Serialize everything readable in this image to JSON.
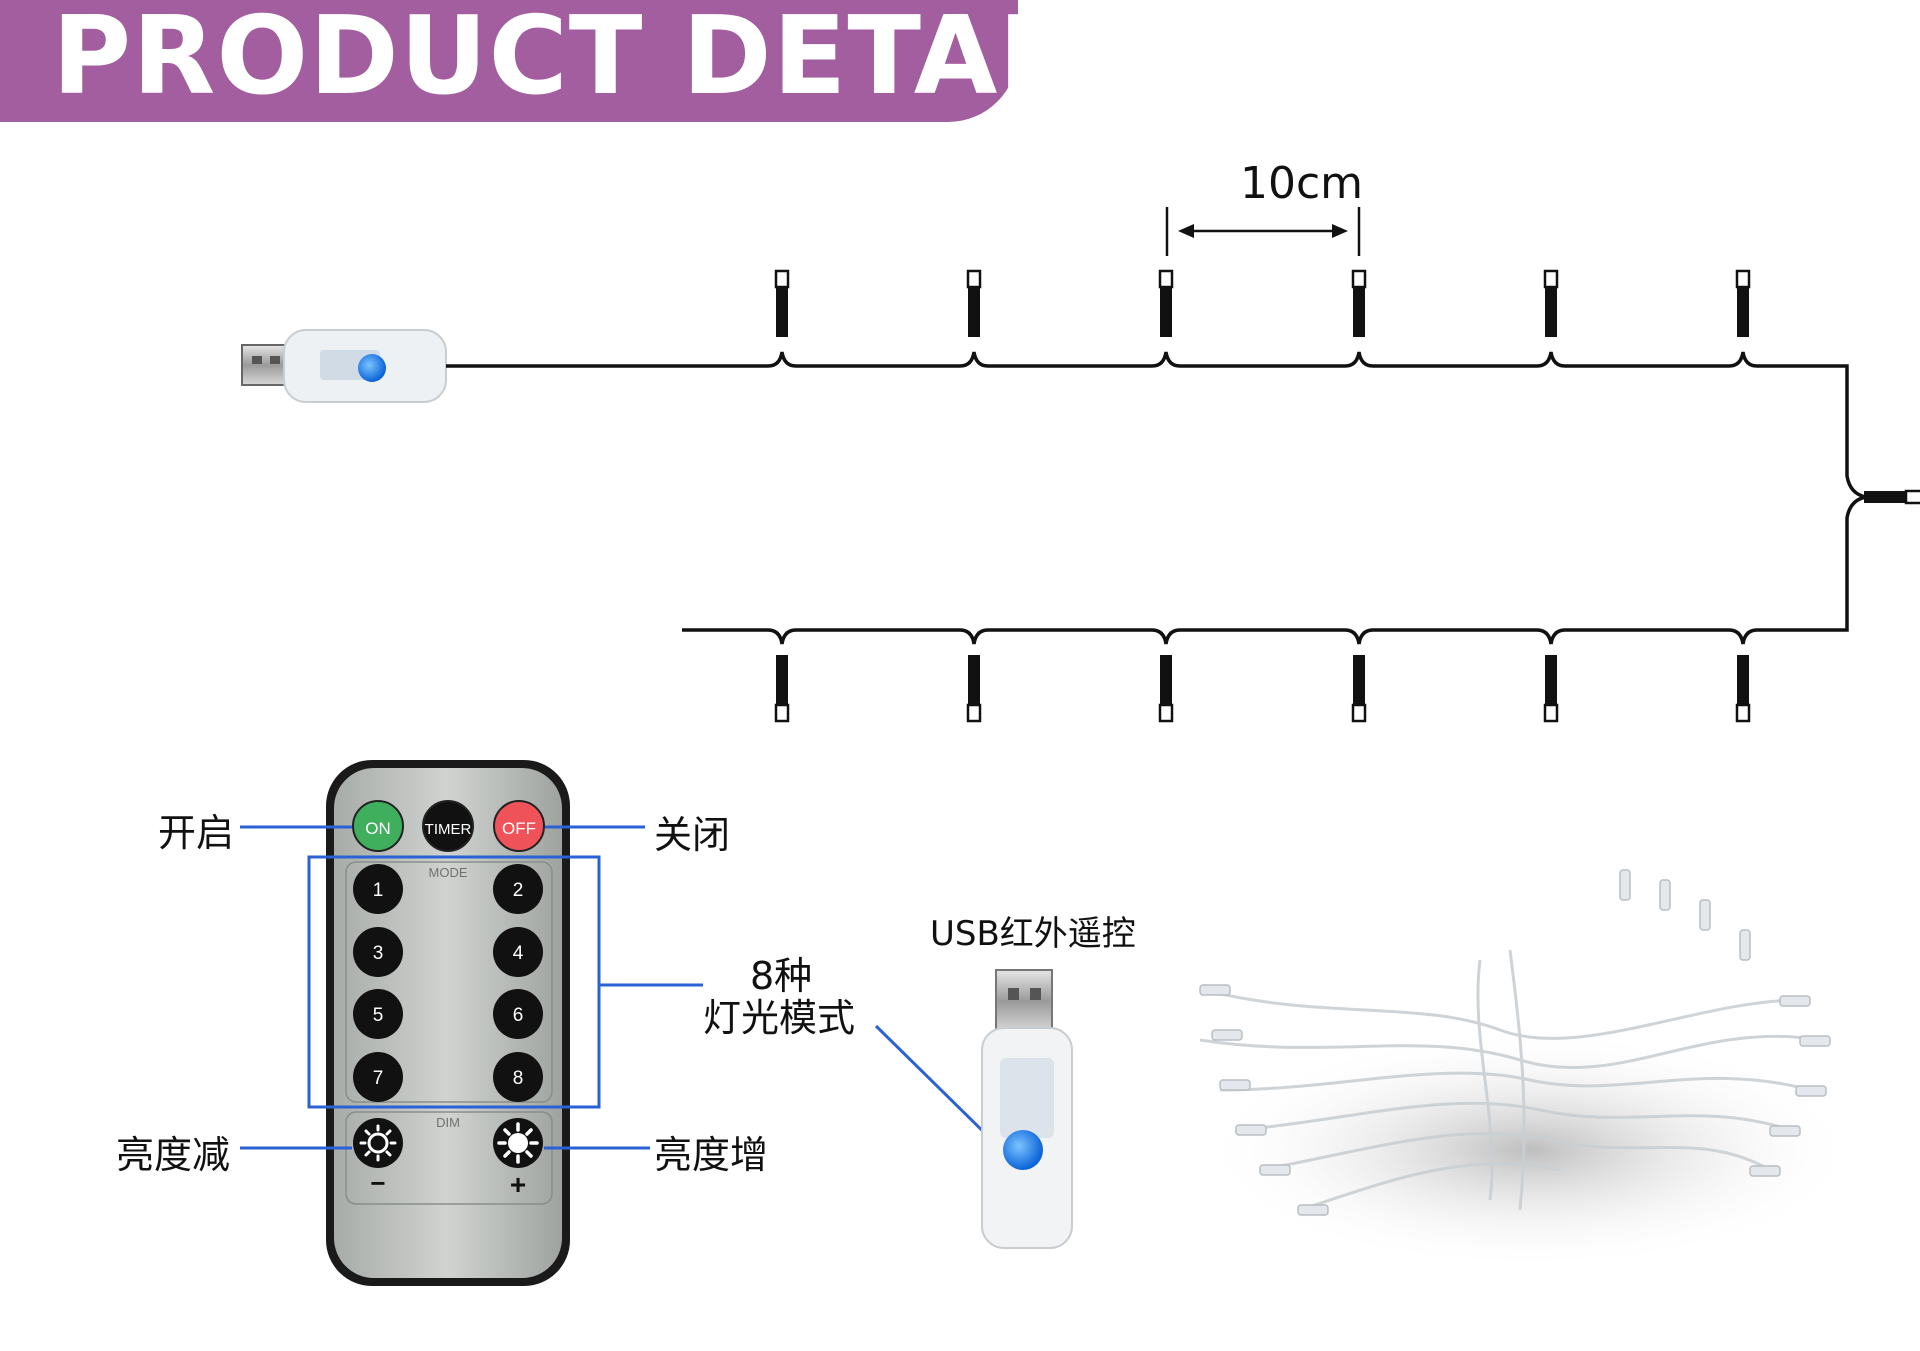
{
  "banner": {
    "title": "PRODUCT DETAILS",
    "color": "#a35e9f"
  },
  "diagram": {
    "spacing_label": "10cm"
  },
  "remote": {
    "on_label": "ON",
    "timer_label": "TIMER",
    "off_label": "OFF",
    "mode_label": "MODE",
    "mode_buttons": [
      "1",
      "2",
      "3",
      "4",
      "5",
      "6",
      "7",
      "8"
    ],
    "dim_label": "DIM",
    "minus_label": "−",
    "plus_label": "+",
    "on_color": "#3fae5d",
    "off_color": "#f0525a"
  },
  "callouts": {
    "on": "开启",
    "off": "关闭",
    "modes_line1": "8种",
    "modes_line2": "灯光模式",
    "dim_down": "亮度减",
    "dim_up": "亮度增",
    "usb_receiver": "USB红外遥控",
    "line_color": "#2a62d6"
  },
  "icons": [
    "usb-plug-icon",
    "led-bulb-icon",
    "brightness-down-icon",
    "brightness-up-icon"
  ]
}
